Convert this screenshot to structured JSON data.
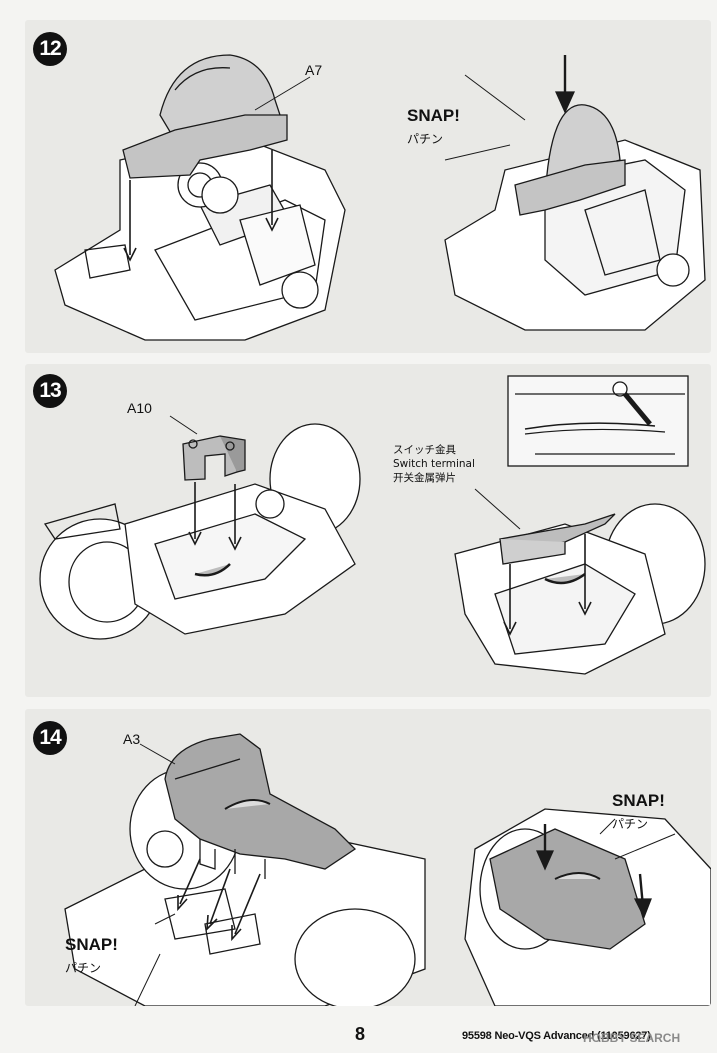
{
  "steps": [
    {
      "number": "12",
      "part_label": "A7",
      "snap_en": "SNAP!",
      "snap_jp": "パチン"
    },
    {
      "number": "13",
      "part_label": "A10",
      "terminal_jp": "スイッチ金具",
      "terminal_en": "Switch terminal",
      "terminal_cn": "开关金属弹片"
    },
    {
      "number": "14",
      "part_label": "A3",
      "snap_left_en": "SNAP!",
      "snap_left_jp": "パチン",
      "snap_right_en": "SNAP!",
      "snap_right_jp": "パチン"
    }
  ],
  "footer": {
    "page_number": "8",
    "product_code": "95598 Neo-VQS Advanced (11059627)"
  },
  "watermark": "HOBBY SEARCH",
  "colors": {
    "panel_bg": "#e9e9e6",
    "part_fill": "#bdbdbd",
    "line": "#1a1a1a"
  }
}
